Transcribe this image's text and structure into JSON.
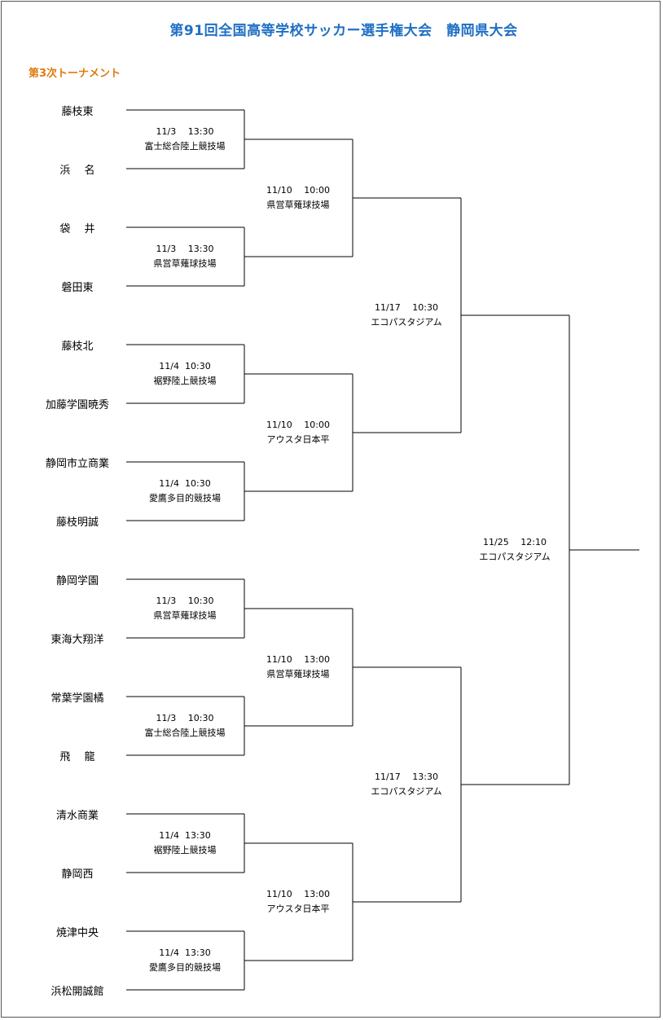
{
  "title": "第91回全国高等学校サッカー選手権大会　静岡県大会",
  "subtitle": "第3次トーナメント",
  "teams": [
    "藤枝東",
    "浜　 名",
    "袋　 井",
    "磐田東",
    "藤枝北",
    "加藤学園暁秀",
    "静岡市立商業",
    "藤枝明誠",
    "静岡学園",
    "東海大翔洋",
    "常葉学園橘",
    "飛　 龍",
    "清水商業",
    "静岡西",
    "焼津中央",
    "浜松開誠館"
  ],
  "round1": [
    {
      "time": "11/3　 13:30",
      "venue": "富士総合陸上競技場"
    },
    {
      "time": "11/3　 13:30",
      "venue": "県営草薙球技場"
    },
    {
      "time": "11/4  10:30",
      "venue": "裾野陸上競技場"
    },
    {
      "time": "11/4  10:30",
      "venue": "愛鷹多目的競技場"
    },
    {
      "time": "11/3　 10:30",
      "venue": "県営草薙球技場"
    },
    {
      "time": "11/3　 10:30",
      "venue": "富士総合陸上競技場"
    },
    {
      "time": "11/4  13:30",
      "venue": "裾野陸上競技場"
    },
    {
      "time": "11/4  13:30",
      "venue": "愛鷹多目的競技場"
    }
  ],
  "round2": [
    {
      "time": "11/10　 10:00",
      "venue": "県営草薙球技場"
    },
    {
      "time": "11/10　 10:00",
      "venue": "アウスタ日本平"
    },
    {
      "time": "11/10　 13:00",
      "venue": "県営草薙球技場"
    },
    {
      "time": "11/10　 13:00",
      "venue": "アウスタ日本平"
    }
  ],
  "round3": [
    {
      "time": "11/17　 10:30",
      "venue": "エコパスタジアム"
    },
    {
      "time": "11/17　 13:30",
      "venue": "エコパスタジアム"
    }
  ],
  "final": {
    "time": "11/25　 12:10",
    "venue": "エコパスタジアム"
  }
}
